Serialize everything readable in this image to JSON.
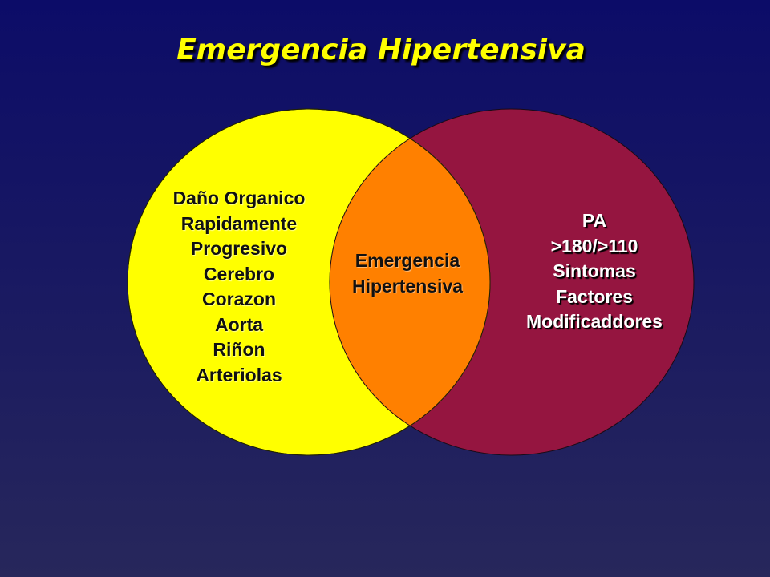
{
  "slide": {
    "title": "Emergencia  Hipertensiva",
    "colors": {
      "title": "#ffff00",
      "left_circle": "#ffff00",
      "right_circle": "#951540",
      "overlap": "#ff8000",
      "background_top": "#0c0c68",
      "background_bottom": "#27275b"
    }
  },
  "venn": {
    "left": {
      "lines": [
        "Daño Organico",
        "Rapidamente",
        "Progresivo",
        "Cerebro",
        "Corazon",
        "Aorta",
        "Riñon",
        "Arteriolas"
      ]
    },
    "center": {
      "lines": [
        "Emergencia",
        "Hipertensiva"
      ]
    },
    "right": {
      "lines": [
        "PA",
        ">180/>110",
        "Sintomas",
        "Factores",
        "Modificaddores"
      ]
    }
  }
}
